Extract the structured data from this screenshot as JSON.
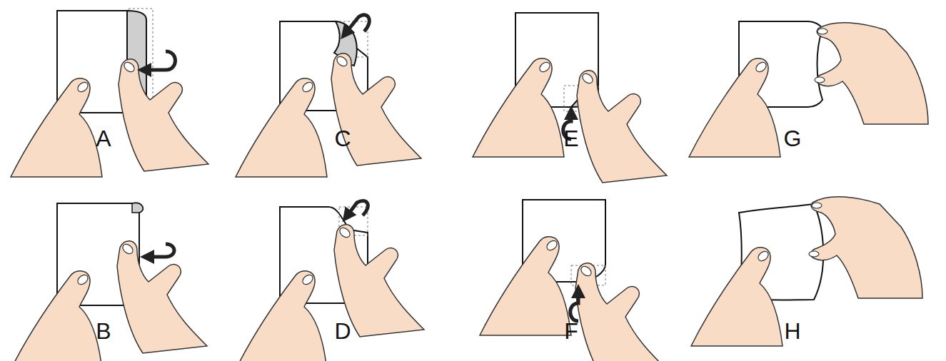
{
  "diagram": {
    "labels": [
      "A",
      "C",
      "E",
      "G",
      "B",
      "D",
      "F",
      "H"
    ]
  }
}
